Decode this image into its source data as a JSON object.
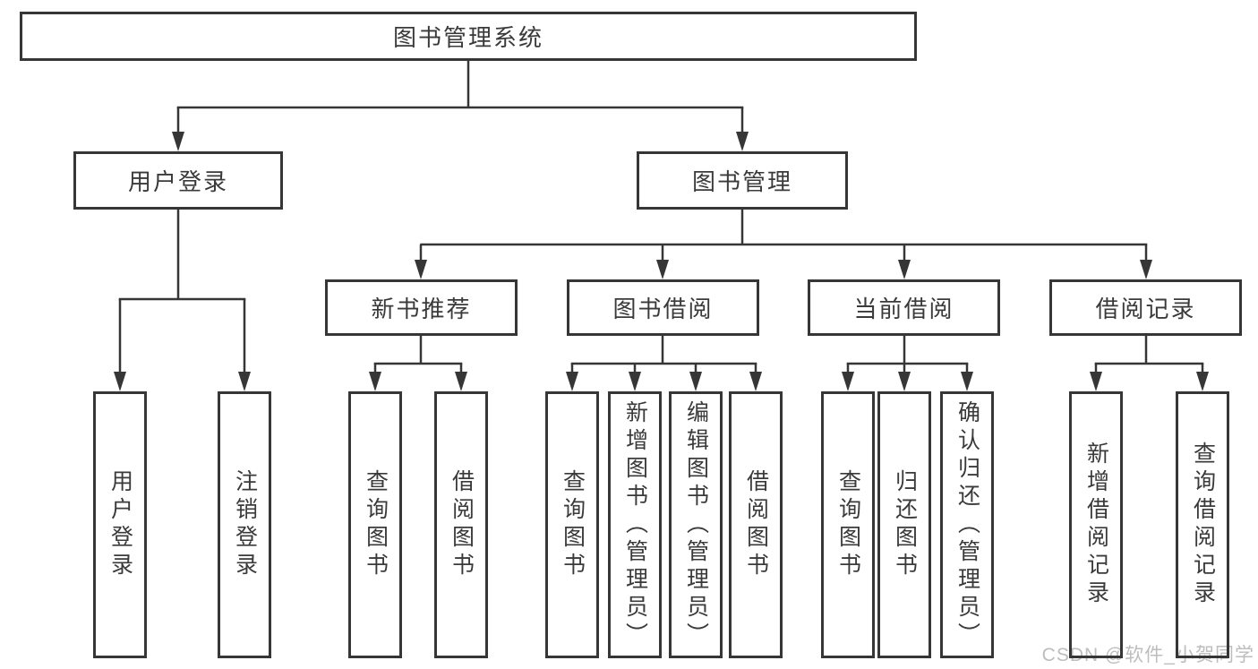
{
  "diagram": {
    "tree": {
      "label": "图书管理系统",
      "children": [
        {
          "label": "用户登录",
          "children": [
            {
              "label": "用户登录"
            },
            {
              "label": "注销登录"
            }
          ]
        },
        {
          "label": "图书管理",
          "children": [
            {
              "label": "新书推荐",
              "children": [
                {
                  "label": "查询图书"
                },
                {
                  "label": "借阅图书"
                }
              ]
            },
            {
              "label": "图书借阅",
              "children": [
                {
                  "label": "查询图书"
                },
                {
                  "label": "新增图书（管理员）"
                },
                {
                  "label": "编辑图书（管理员）"
                },
                {
                  "label": "借阅图书"
                }
              ]
            },
            {
              "label": "当前借阅",
              "children": [
                {
                  "label": "查询图书"
                },
                {
                  "label": "归还图书"
                },
                {
                  "label": "确认归还（管理员）"
                }
              ]
            },
            {
              "label": "借阅记录",
              "children": [
                {
                  "label": "新增借阅记录"
                },
                {
                  "label": "查询借阅记录"
                }
              ]
            }
          ]
        }
      ]
    },
    "watermark": "CSDN @软件_小贺同学",
    "colors": {
      "line": "#363636",
      "text": "#3a3a3a",
      "watermark": "#bdbdbd",
      "background": "#ffffff"
    }
  }
}
